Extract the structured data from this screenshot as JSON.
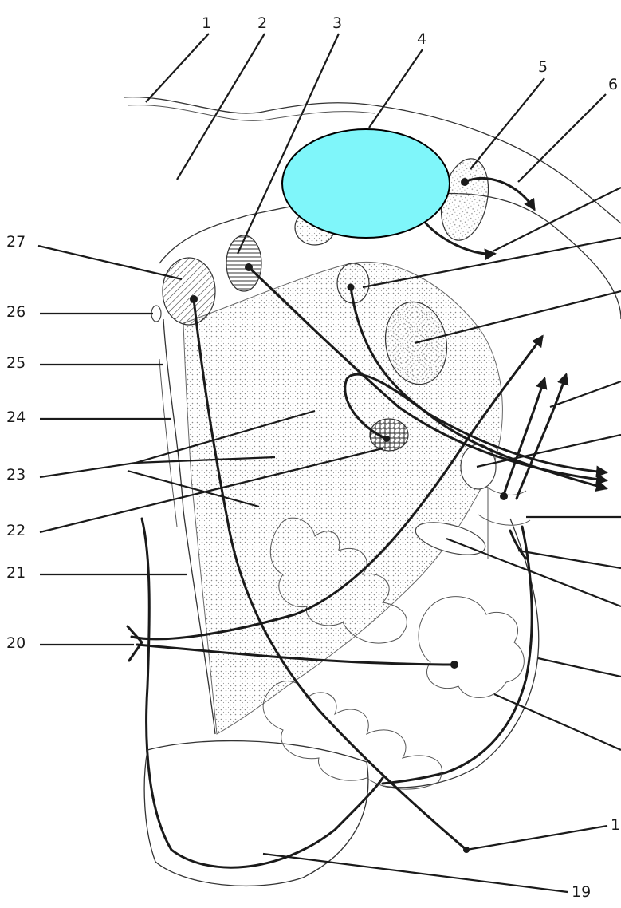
{
  "diagram": {
    "labels": [
      "1",
      "2",
      "3",
      "4",
      "5",
      "6",
      "19",
      "20",
      "21",
      "22",
      "23",
      "24",
      "25",
      "26",
      "27"
    ],
    "right_partial_labels": [
      "1"
    ],
    "colors": {
      "ink": "#1a1a1a",
      "stipple": "#c9c9c9",
      "occluder": "#7ff6fa",
      "occluder_stroke": "#000000"
    }
  }
}
